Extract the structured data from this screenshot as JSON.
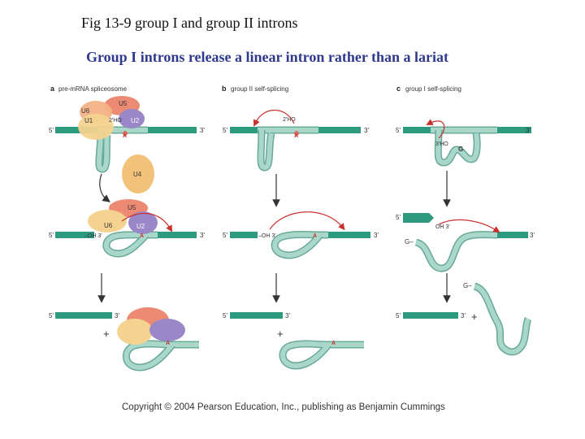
{
  "title": "Fig 13-9 group I and group II introns",
  "subtitle": "Group I introns release a linear intron rather than a lariat",
  "panels": {
    "a": {
      "letter": "a",
      "label": "pre-mRNA spliceosome"
    },
    "b": {
      "letter": "b",
      "label": "group II self-splicing"
    },
    "c": {
      "letter": "c",
      "label": "group I self-splicing"
    }
  },
  "labels": {
    "five_prime": "5'",
    "three_prime": "3'",
    "A": "A",
    "G": "G",
    "two_ho": "2'HO",
    "three_ho": "3'HO",
    "oh3": "–OH 3'",
    "oh3_short": "OH 3'",
    "g_dash": "G–",
    "plus": "+"
  },
  "snrnps": {
    "U1": "U1",
    "U2": "U2",
    "U4": "U4",
    "U5": "U5",
    "U6": "U6"
  },
  "colors": {
    "exon": "#2e9a80",
    "intron": "#a9d8cb",
    "intron_stroke": "#6aa898",
    "arrow_red": "#c8322e",
    "u1": "#f3d38f",
    "u2": "#9a87c8",
    "u4": "#f3c27a",
    "u5": "#ec8a74",
    "u6": "#f3b284",
    "title_blue": "#2f3a8f"
  },
  "copyright": "Copyright © 2004 Pearson Education, Inc., publishing as Benjamin Cummings"
}
